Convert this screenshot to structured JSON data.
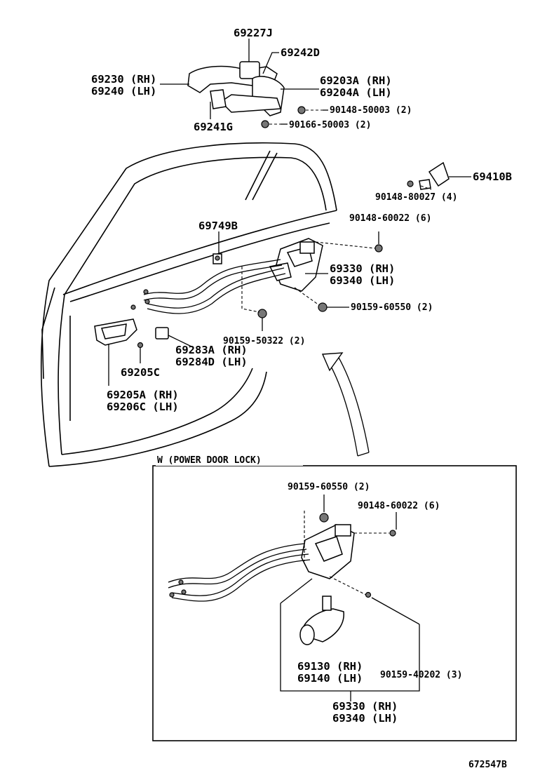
{
  "parts": {
    "p69227J": "69227J",
    "p69242D": "69242D",
    "p69230": "69230 (RH)",
    "p69240": "69240 (LH)",
    "p69203A": "69203A (RH)",
    "p69204A": "69204A (LH)",
    "p90148_50003": "90148-50003 (2)",
    "p69241G": "69241G",
    "p90166_50003": "90166-50003 (2)",
    "p69410B": "69410B",
    "p90148_80027": "90148-80027 (4)",
    "p90148_60022": "90148-60022 (6)",
    "p69749B": "69749B",
    "p69330": "69330 (RH)",
    "p69340": "69340 (LH)",
    "p90159_60550": "90159-60550 (2)",
    "p90159_50322": "90159-50322 (2)",
    "p69283A": "69283A (RH)",
    "p69284D": "69284D (LH)",
    "p69205C": "69205C",
    "p69205A": "69205A (RH)",
    "p69206C": "69206C (LH)"
  },
  "inset": {
    "title": "W (POWER DOOR LOCK)",
    "p90159_60550": "90159-60550 (2)",
    "p90148_60022": "90148-60022 (6)",
    "p69130": "69130 (RH)",
    "p69140": "69140 (LH)",
    "p90159_40202": "90159-40202 (3)",
    "p69330": "69330 (RH)",
    "p69340": "69340 (LH)"
  },
  "footer": {
    "code": "672547B"
  }
}
